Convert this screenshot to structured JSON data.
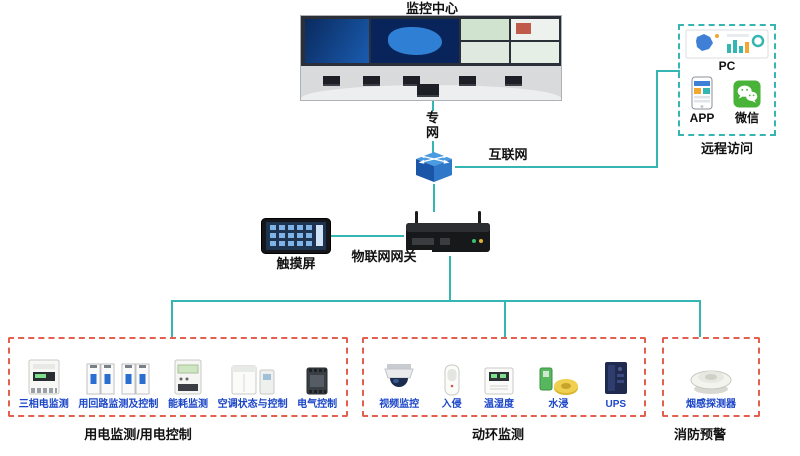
{
  "title": "监控中心",
  "network": {
    "private": "专网",
    "internet": "互联网"
  },
  "remote": {
    "label": "远程访问",
    "pc": "PC",
    "app": "APP",
    "wechat": "微信"
  },
  "gateway": {
    "label": "物联网网关"
  },
  "touchscreen": {
    "label": "触摸屏"
  },
  "groups": [
    {
      "label": "用电监测/用电控制",
      "devices": [
        {
          "label": "三相电监测"
        },
        {
          "label": "用回路监测及控制"
        },
        {
          "label": "能耗监测"
        },
        {
          "label": "空调状态与控制"
        },
        {
          "label": "电气控制"
        }
      ]
    },
    {
      "label": "动环监测",
      "devices": [
        {
          "label": "视频监控"
        },
        {
          "label": "入侵"
        },
        {
          "label": "温湿度"
        },
        {
          "label": "水浸"
        },
        {
          "label": "UPS"
        }
      ]
    },
    {
      "label": "消防预警",
      "devices": [
        {
          "label": "烟感探测器"
        }
      ]
    }
  ],
  "colors": {
    "connector_line": "#35b6b2",
    "group_box_border": "#e2604d",
    "remote_box_border": "#35b6b2",
    "device_label": "#1b46c8",
    "wechat_green": "#48b338"
  }
}
